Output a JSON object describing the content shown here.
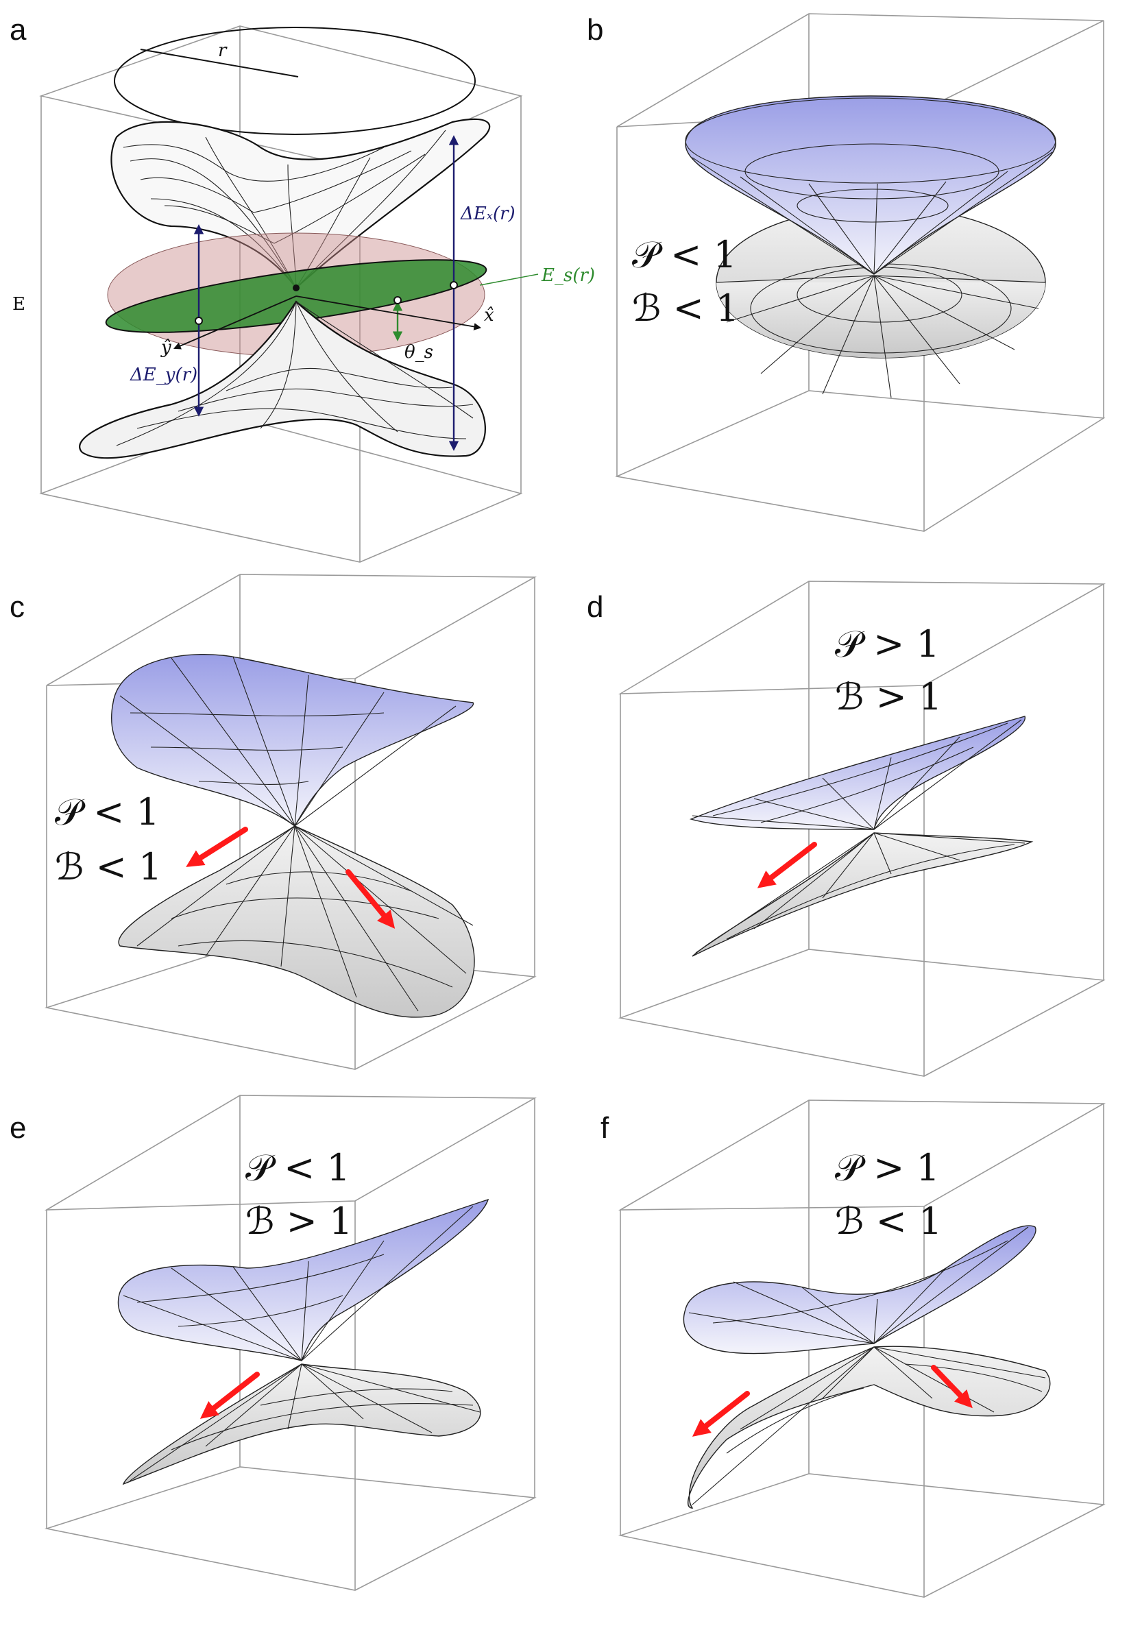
{
  "panels": [
    {
      "id": "a",
      "label": "a"
    },
    {
      "id": "b",
      "label": "b",
      "cond1": "𝒫 < 1",
      "cond2": "ℬ < 1"
    },
    {
      "id": "c",
      "label": "c",
      "cond1": "𝒫 < 1",
      "cond2": "ℬ < 1"
    },
    {
      "id": "d",
      "label": "d",
      "cond1": "𝒫 > 1",
      "cond2": "ℬ > 1"
    },
    {
      "id": "e",
      "label": "e",
      "cond1": "𝒫 < 1",
      "cond2": "ℬ > 1"
    },
    {
      "id": "f",
      "label": "f",
      "cond1": "𝒫 > 1",
      "cond2": "ℬ < 1"
    }
  ],
  "panel_a": {
    "r_label": "r",
    "e_label": "E",
    "dEx_label": "ΔEₓ(r)",
    "dEy_label": "ΔE_y(r)",
    "Es_label": "E_s(r)",
    "x_label": "x̂",
    "y_label": "ŷ",
    "theta_label": "θ_s"
  },
  "colors": {
    "upper_fill_top": "#9a9ee6",
    "upper_fill_bottom": "#f2f2fb",
    "lower_fill": "#d9d9d9",
    "green_plane": "#2e8b2e",
    "red_plane": "#c98b8b",
    "navy_marker": "#1c1c6e",
    "arrow_red": "#ff1a1a"
  }
}
